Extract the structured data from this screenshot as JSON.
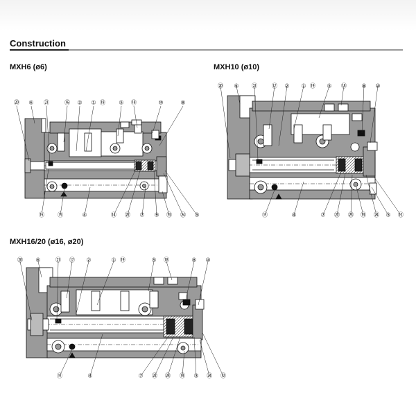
{
  "heading": "Construction",
  "sections": [
    {
      "title": "MXH6 (ø6)",
      "callouts": [
        "⑳",
        "⑥",
        "㉑",
        "⑯",
        "②",
        "①",
        "⑲",
        "⑤",
        "⑱",
        "⑩",
        "⑧",
        "⑮",
        "⑪",
        "④",
        "⑭",
        "㉒",
        "⑦",
        "⑨",
        "⑬",
        "㉔",
        "③"
      ]
    },
    {
      "title": "MXH10 (ø10)",
      "callouts": [
        "⑳",
        "⑥",
        "㉑",
        "⑰",
        "②",
        "①",
        "⑲",
        "⑤",
        "⑱",
        "⑧",
        "⑩",
        "⑪",
        "④",
        "⑦",
        "㉒",
        "㉓",
        "⑬",
        "㉔",
        "③",
        "⑫"
      ]
    },
    {
      "title": "MXH16/20 (ø16, ø20)",
      "callouts": [
        "⑳",
        "⑥",
        "㉑",
        "⑰",
        "②",
        "①",
        "⑲",
        "⑤",
        "⑱",
        "⑧",
        "⑩",
        "⑪",
        "④",
        "⑦",
        "㉒",
        "㉓",
        "⑬",
        "③",
        "㉔",
        "⑫"
      ]
    }
  ]
}
